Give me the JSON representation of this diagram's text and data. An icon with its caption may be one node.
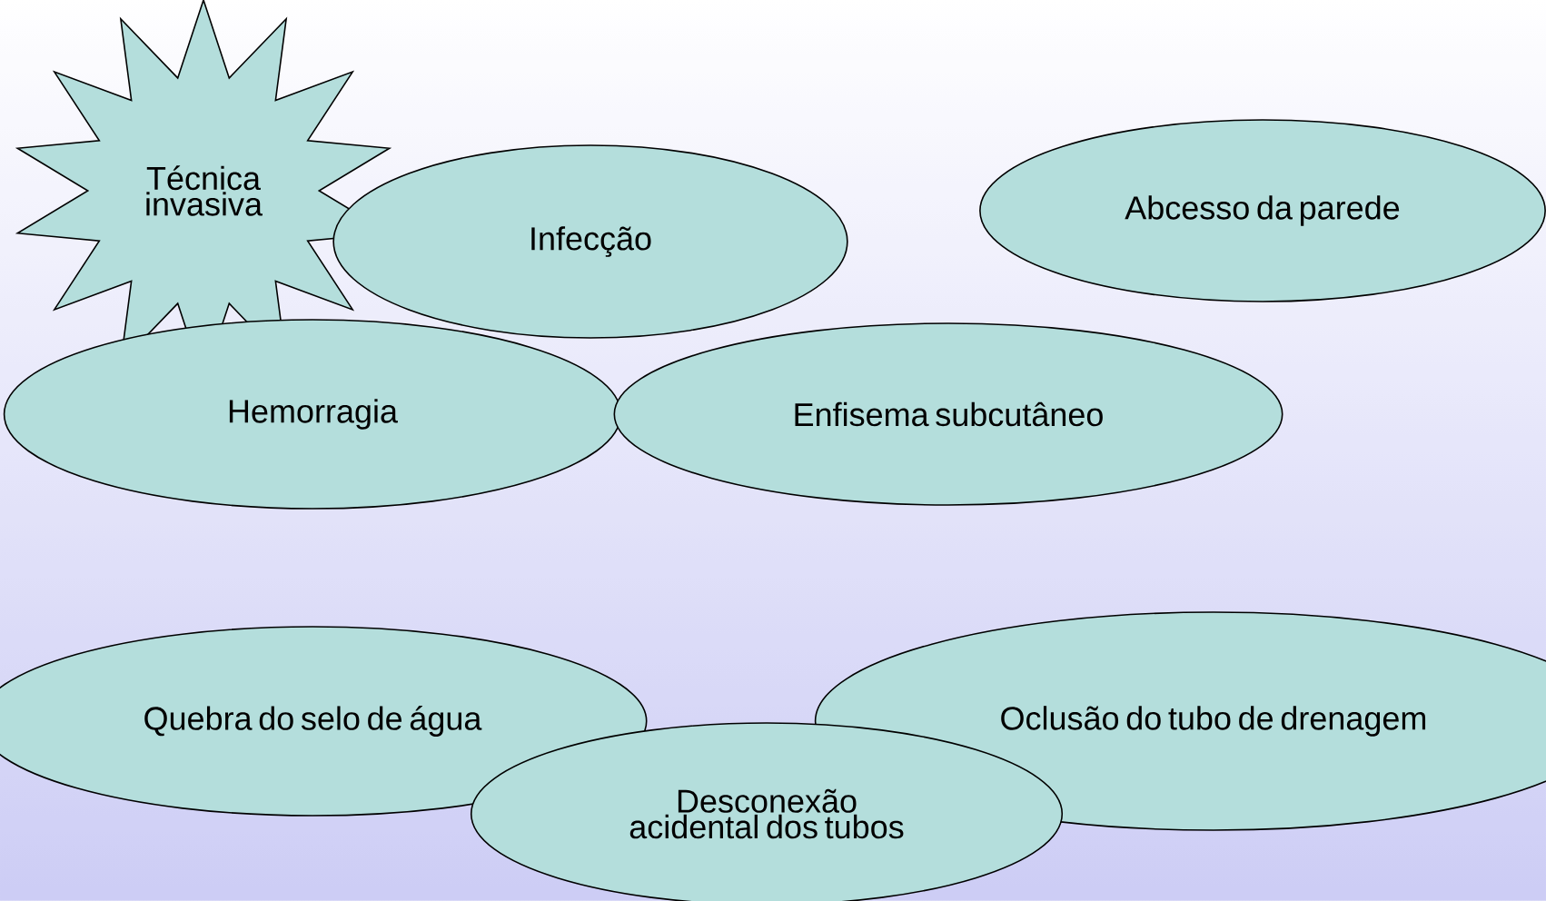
{
  "diagram": {
    "nodes": [
      {
        "text": [
          "Técnica invasiva"
        ]
      },
      {
        "text": [
          "Infecção"
        ]
      },
      {
        "text": [
          "Abcesso da parede"
        ]
      },
      {
        "text": [
          "Hemorragia"
        ]
      },
      {
        "text": [
          "Enfisema subcutâneo"
        ]
      },
      {
        "text": [
          "Quebra do selo de água"
        ]
      },
      {
        "text": [
          "Oclusão do tubo de drenagem"
        ]
      },
      {
        "text": [
          "Desconexão acidental dos tubos"
        ]
      }
    ]
  }
}
